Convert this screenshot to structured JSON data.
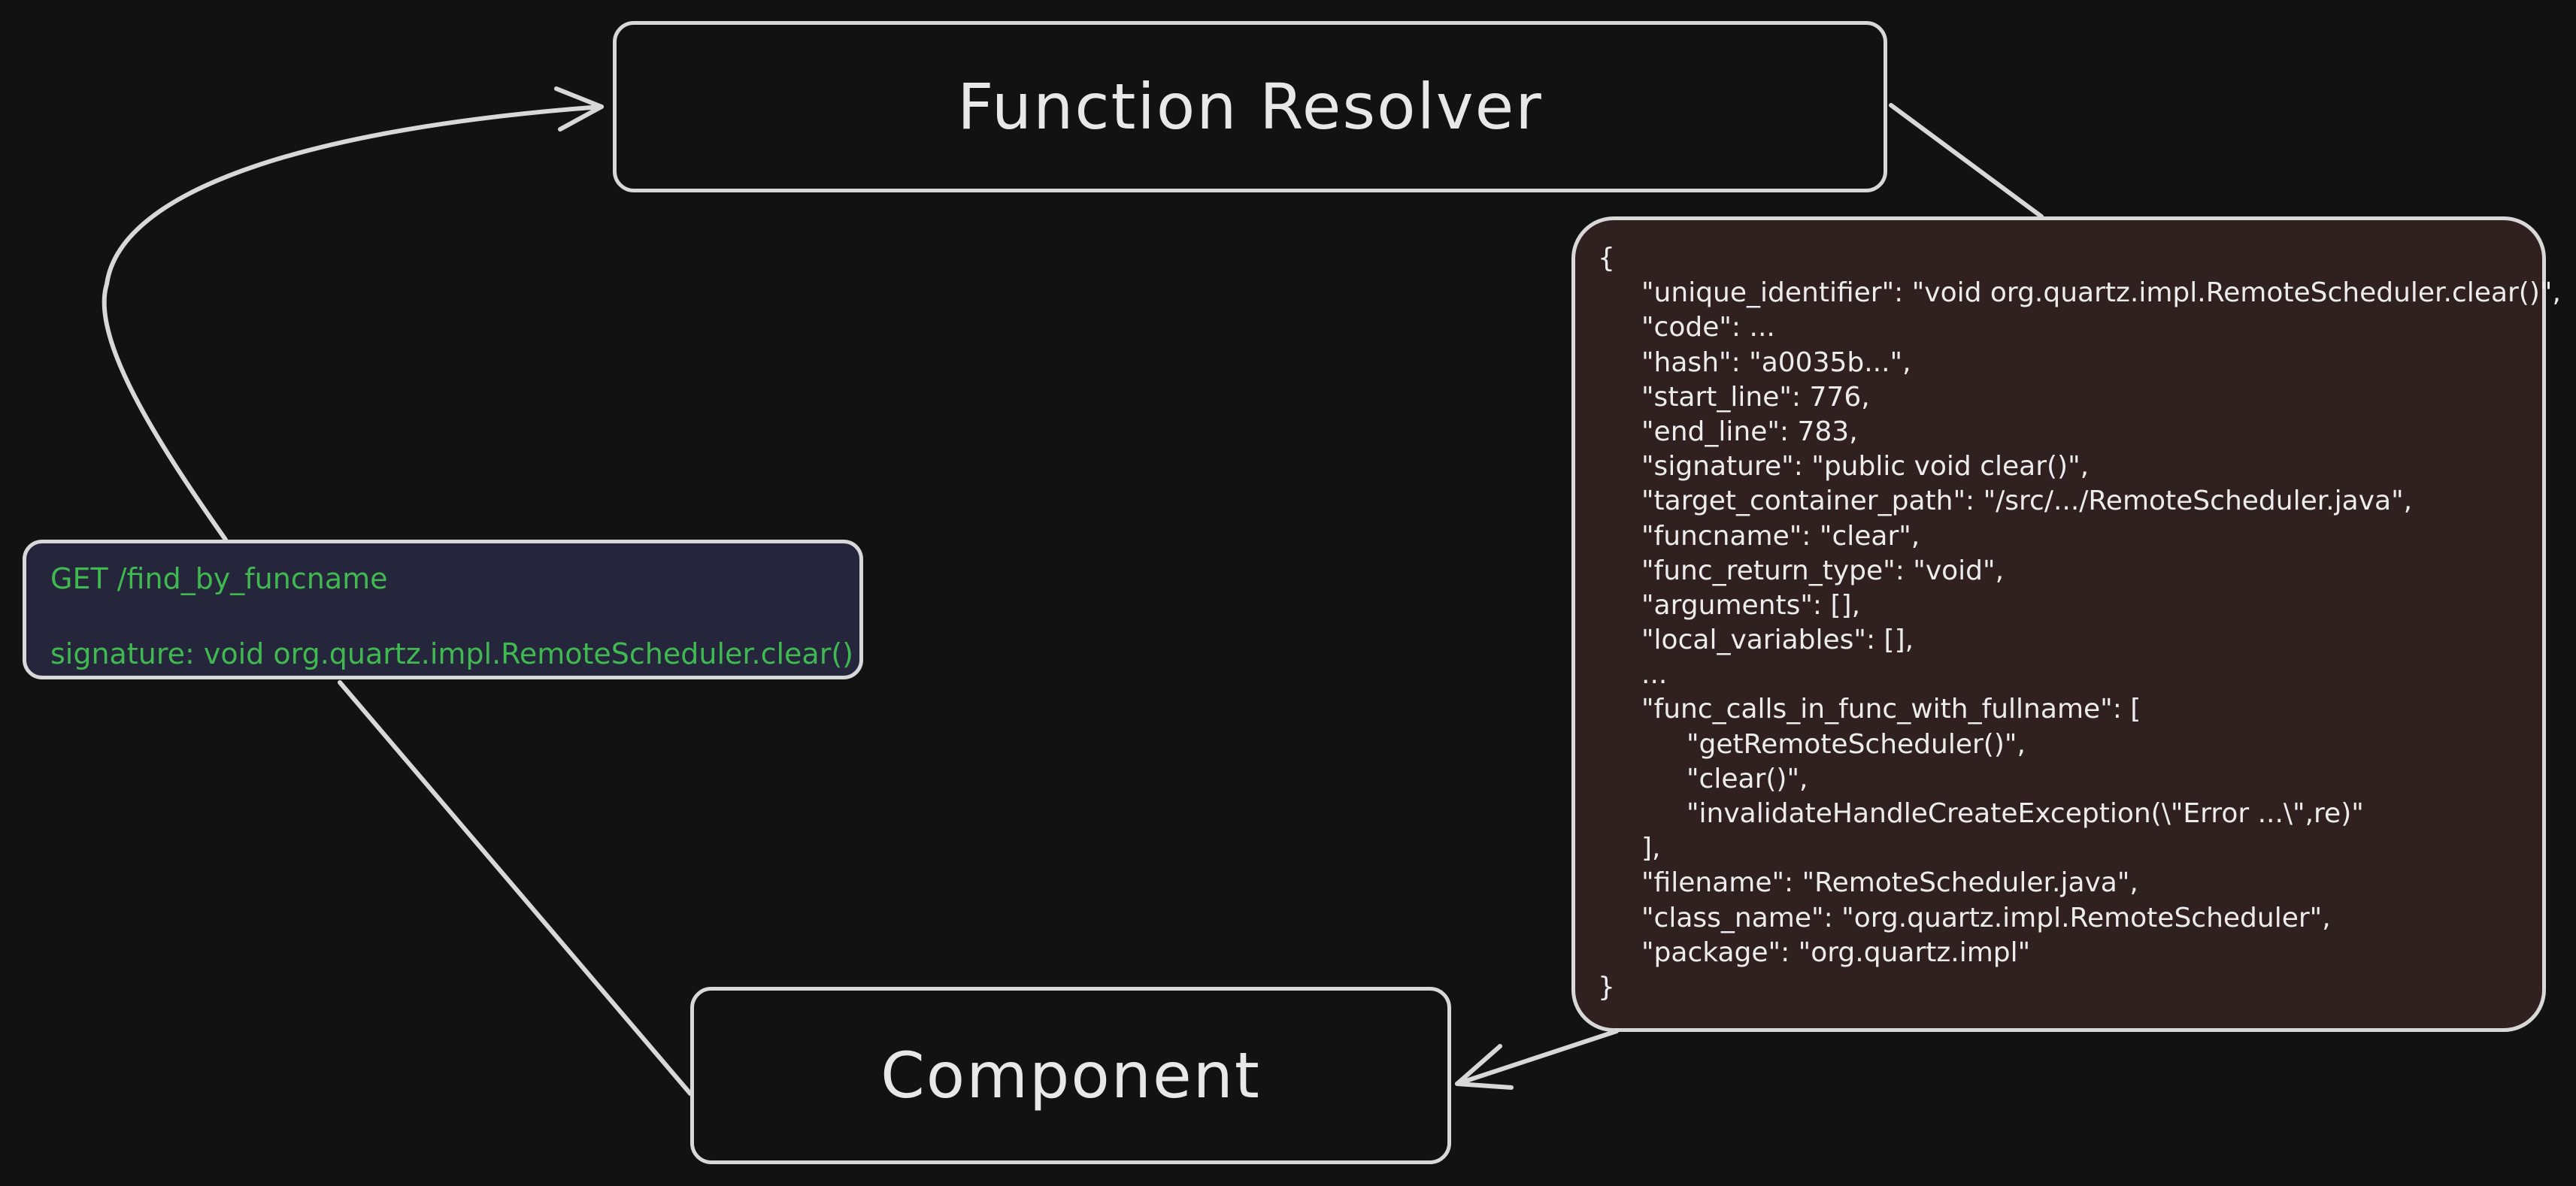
{
  "resolver": {
    "title": "Function Resolver"
  },
  "component": {
    "title": "Component"
  },
  "request": {
    "method_line": "GET /find_by_funcname",
    "signature_line": "signature: void org.quartz.impl.RemoteScheduler.clear()"
  },
  "response": {
    "lines": [
      {
        "text": "{",
        "indent": 0
      },
      {
        "text": "\"unique_identifier\": \"void org.quartz.impl.RemoteScheduler.clear()\",",
        "indent": 1
      },
      {
        "text": "\"code\": ...",
        "indent": 1
      },
      {
        "text": "\"hash\": \"a0035b...\",",
        "indent": 1
      },
      {
        "text": "\"start_line\": 776,",
        "indent": 1
      },
      {
        "text": "\"end_line\": 783,",
        "indent": 1
      },
      {
        "text": "\"signature\": \"public void clear()\",",
        "indent": 1
      },
      {
        "text": "\"target_container_path\": \"/src/.../RemoteScheduler.java\",",
        "indent": 1
      },
      {
        "text": "\"funcname\": \"clear\",",
        "indent": 1
      },
      {
        "text": "\"func_return_type\": \"void\",",
        "indent": 1
      },
      {
        "text": "\"arguments\": [],",
        "indent": 1
      },
      {
        "text": "\"local_variables\": [],",
        "indent": 1
      },
      {
        "text": "...",
        "indent": 1
      },
      {
        "text": "\"func_calls_in_func_with_fullname\": [",
        "indent": 1
      },
      {
        "text": "\"getRemoteScheduler()\",",
        "indent": 2
      },
      {
        "text": "\"clear()\",",
        "indent": 2
      },
      {
        "text": "\"invalidateHandleCreateException(\\\"Error ...\\\",re)\"",
        "indent": 2
      },
      {
        "text": "],",
        "indent": 1
      },
      {
        "text": "\"filename\": \"RemoteScheduler.java\",",
        "indent": 1
      },
      {
        "text": "\"class_name\": \"org.quartz.impl.RemoteScheduler\",",
        "indent": 1
      },
      {
        "text": "\"package\": \"org.quartz.impl\"",
        "indent": 1
      },
      {
        "text": "}",
        "indent": 0
      }
    ]
  },
  "colors": {
    "background": "#121212",
    "stroke": "#d8d8d8",
    "request_fill": "#25253b",
    "request_text": "#3fb950",
    "response_fill": "#302020"
  }
}
